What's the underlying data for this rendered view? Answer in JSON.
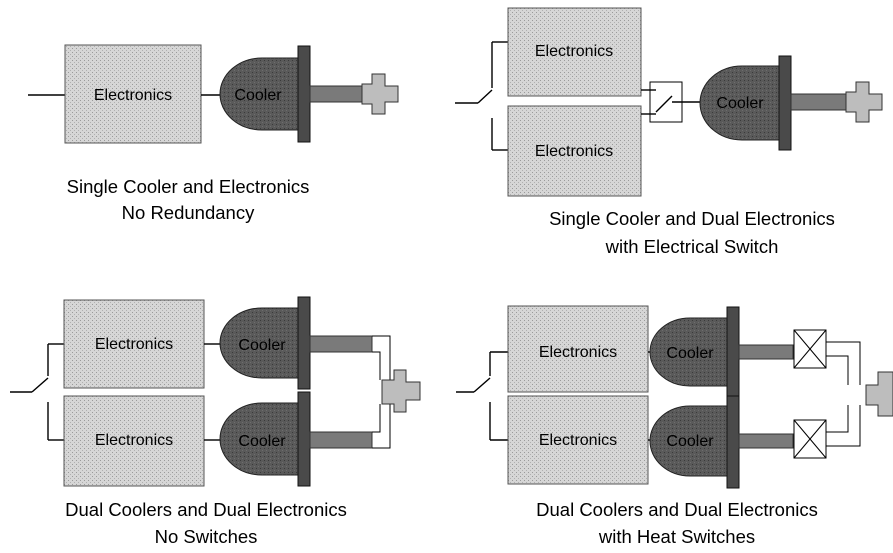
{
  "labels": {
    "electronics": "Electronics",
    "cooler": "Cooler"
  },
  "captions": {
    "p1_line1": "Single Cooler and Electronics",
    "p1_line2": "No Redundancy",
    "p2_line1": "Single Cooler and Dual Electronics",
    "p2_line2": "with Electrical Switch",
    "p3_line1": "Dual Coolers and Dual Electronics",
    "p3_line2": "No Switches",
    "p4_line1": "Dual Coolers and Dual Electronics",
    "p4_line2": "with Heat Switches"
  }
}
